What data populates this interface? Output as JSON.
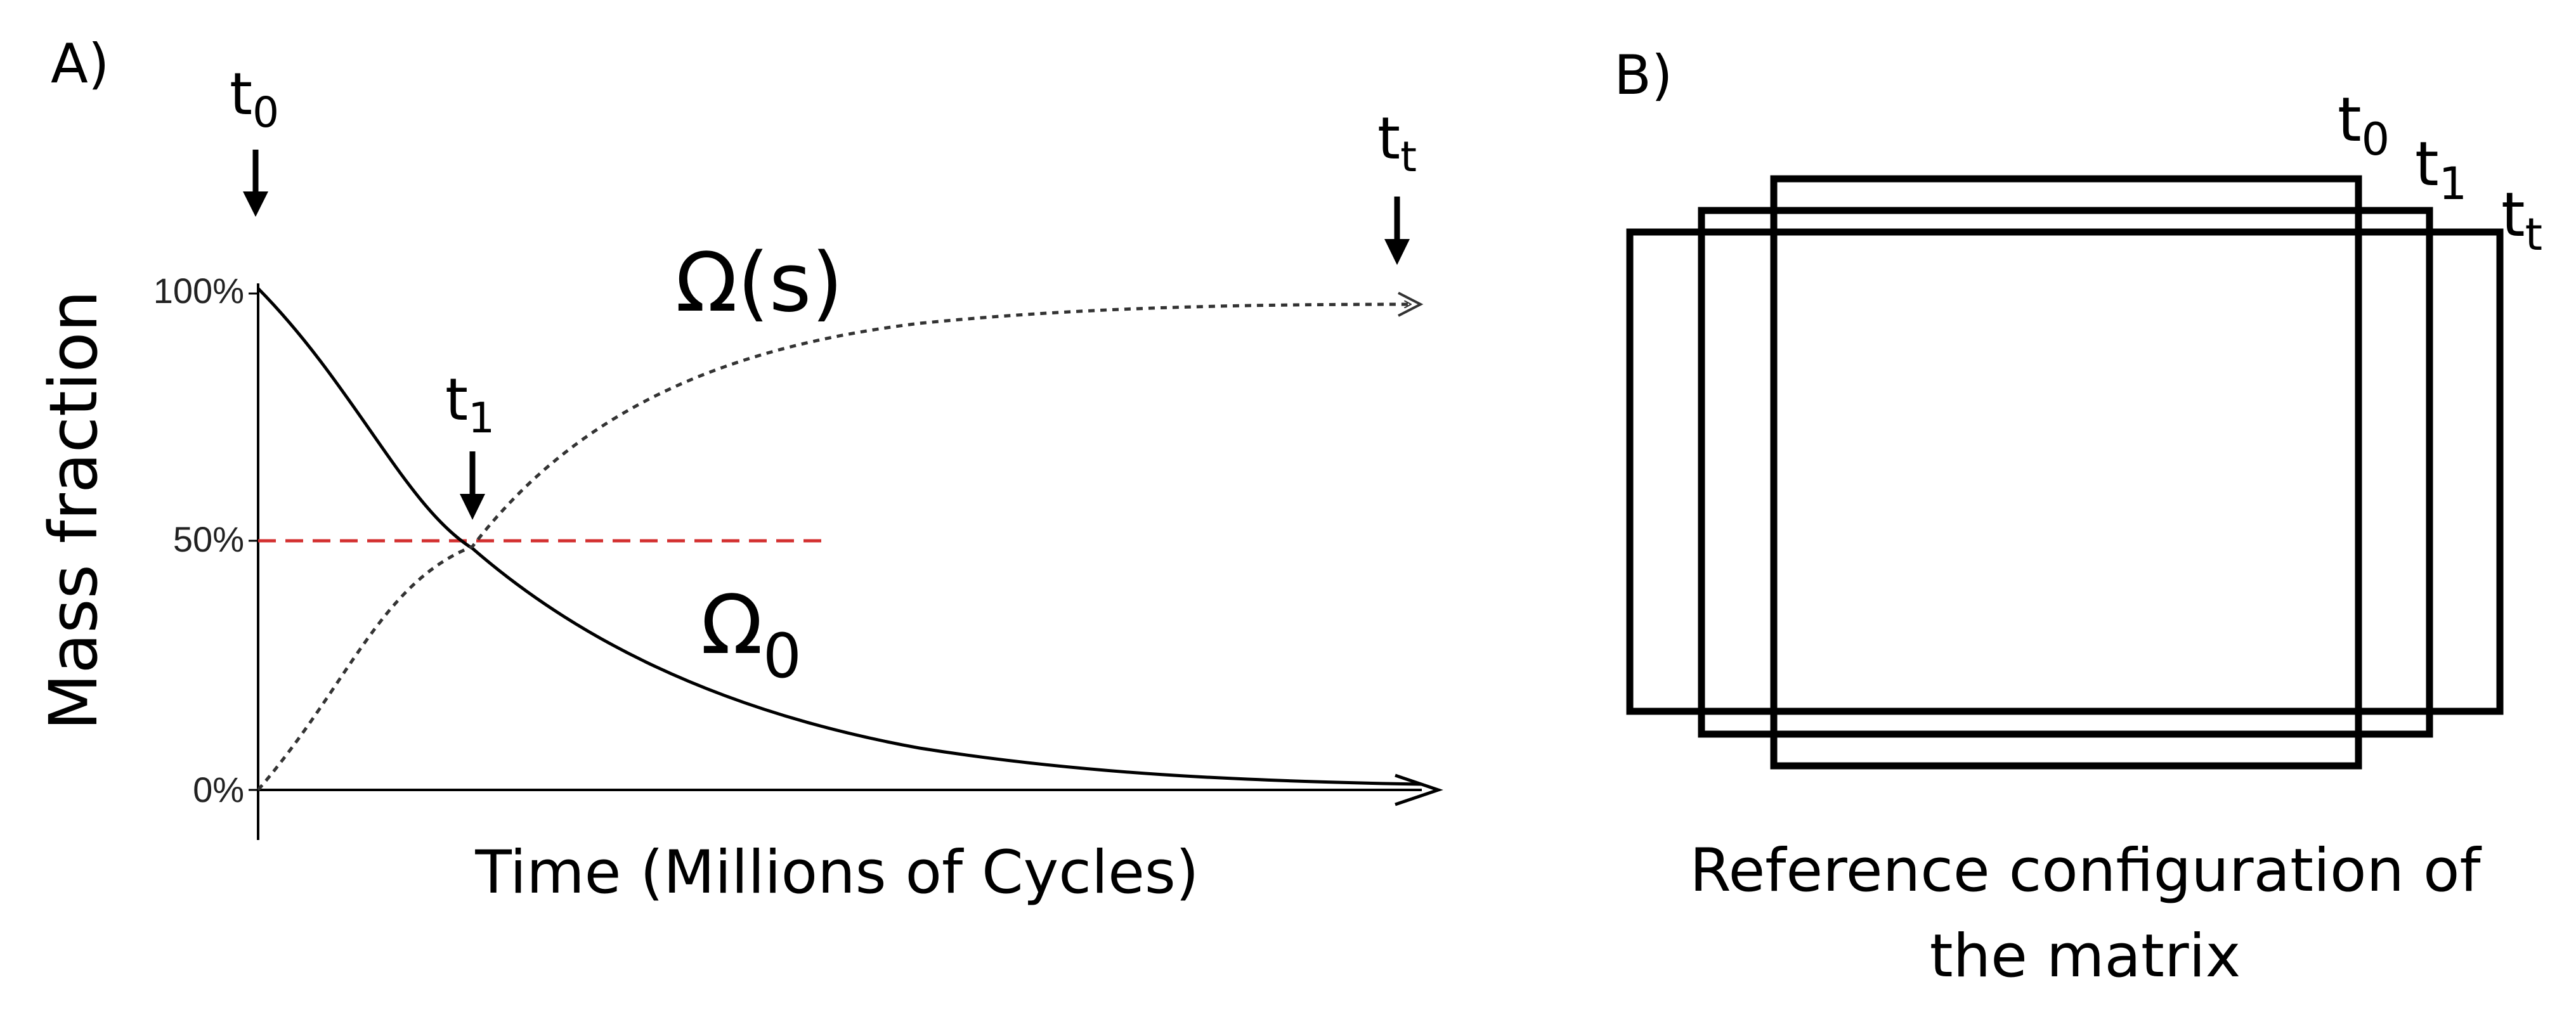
{
  "panel_a": {
    "label": "A)",
    "ylabel": "Mass fraction",
    "xlabel": "Time (Millions of Cycles)",
    "y_ticks": [
      "100%",
      "50%",
      "0%"
    ],
    "curve_labels": {
      "omega_s": "Ω(s)",
      "omega_0_base": "Ω",
      "omega_0_sub": "0"
    },
    "time_markers": [
      {
        "base": "t",
        "sub": "0"
      },
      {
        "base": "t",
        "sub": "1"
      },
      {
        "base": "t",
        "sub": "t"
      }
    ],
    "colors": {
      "threshold_line": "#d32f2f",
      "curves": "#000000"
    }
  },
  "panel_b": {
    "label": "B)",
    "caption_line1": "Reference configuration of",
    "caption_line2": "the matrix",
    "rect_labels": [
      {
        "base": "t",
        "sub": "0"
      },
      {
        "base": "t",
        "sub": "1"
      },
      {
        "base": "t",
        "sub": "t"
      }
    ]
  }
}
